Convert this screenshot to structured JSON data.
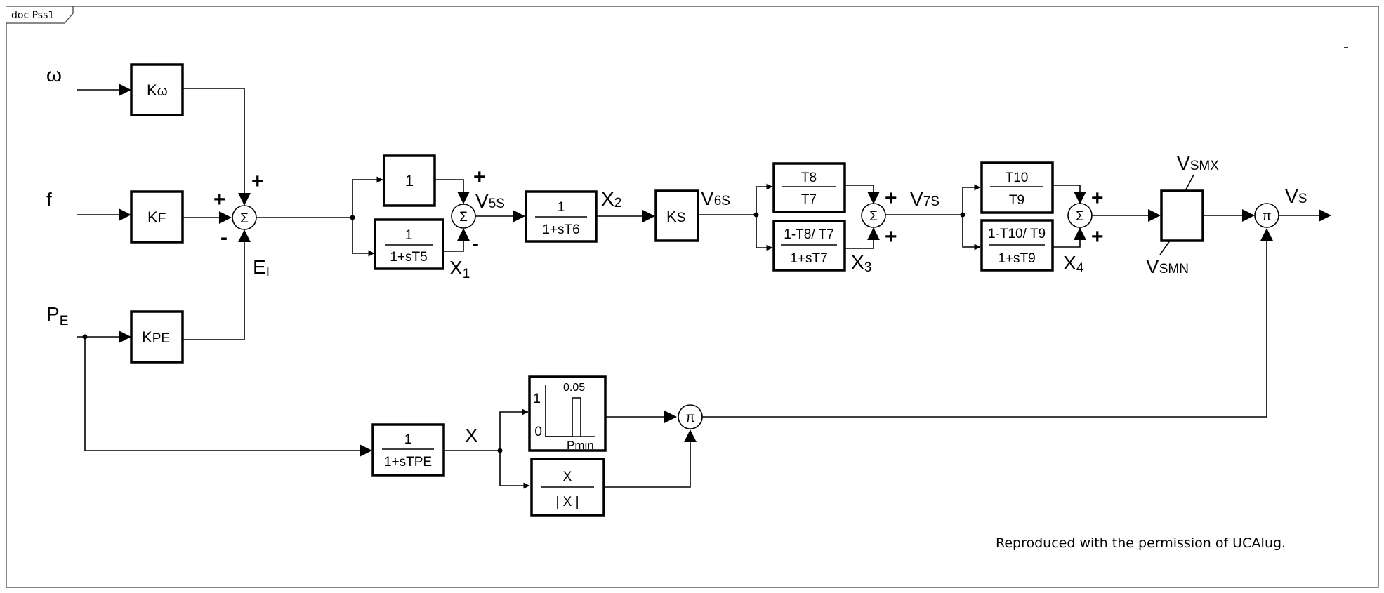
{
  "diagram": {
    "tab_label": "doc Pss1",
    "note": "Reproduced with the permission of UCAIug.",
    "inputs": {
      "omega": "ω",
      "f": "f",
      "pe_main": "P",
      "pe_sub": "E"
    },
    "gains": {
      "k_omega_main": "K",
      "k_omega_sub": "ω",
      "kf_main": "K",
      "kf_sub": "F",
      "kpe_main": "K",
      "kpe_sub": "PE",
      "ks_main": "K",
      "ks_sub": "S"
    },
    "blocks": {
      "unity": "1",
      "t5_num": "1",
      "t5_den": "1+sT5",
      "t6_num": "1",
      "t6_den": "1+sT6",
      "t8_num": "T8",
      "t8_den": "T7",
      "t87_num": "1-T8/ T7",
      "t87_den": "1+sT7",
      "t10_num": "T10",
      "t10_den": "T9",
      "t109_num": "1-T10/ T9",
      "t109_den": "1+sT9",
      "tpe_num": "1",
      "tpe_den": "1+sTPE",
      "sgn_num": "X",
      "sgn_den": "| X |",
      "step_hi": "1",
      "step_lo": "0",
      "step_threshold": "0.05",
      "step_xlabel": "Pmin"
    },
    "junctions": {
      "sum": "Σ",
      "product": "π"
    },
    "signals": {
      "ei_main": "E",
      "ei_sub": "I",
      "v5s_main": "V",
      "v5s_sub": "5S",
      "x1_main": "X",
      "x1_sub": "1",
      "x2_main": "X",
      "x2_sub": "2",
      "v6s_main": "V",
      "v6s_sub": "6S",
      "v7s_main": "V",
      "v7s_sub": "7S",
      "x3_main": "X",
      "x3_sub": "3",
      "x4_main": "X",
      "x4_sub": "4",
      "x": "X",
      "vsmx_main": "V",
      "vsmx_sub": "SMX",
      "vsmn_main": "V",
      "vsmn_sub": "SMN",
      "vs_main": "V",
      "vs_sub": "S"
    },
    "signs": {
      "plus": "+",
      "minus": "-"
    }
  }
}
